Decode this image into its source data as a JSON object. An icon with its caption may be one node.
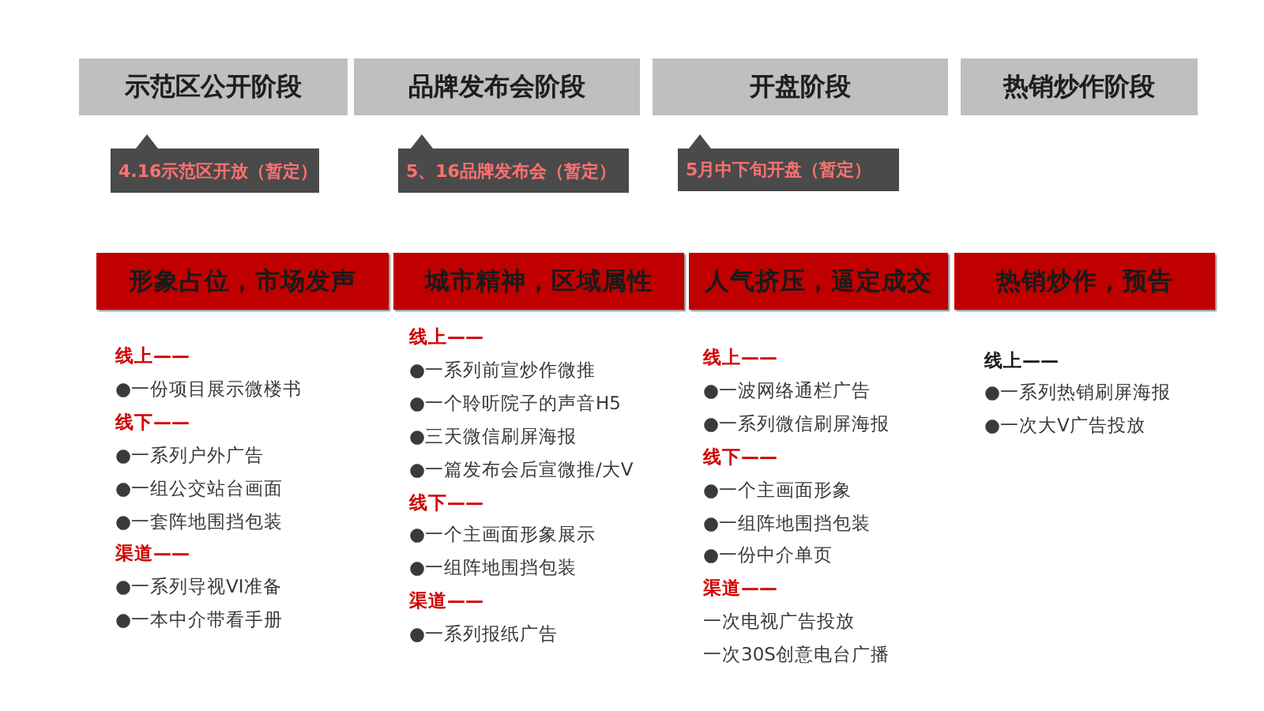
{
  "diagram": {
    "nodes": [
      {
        "text": [
          "示范区公开阶段"
        ]
      },
      {
        "text": [
          "品牌发布会阶段"
        ]
      },
      {
        "text": [
          "开盘阶段"
        ]
      },
      {
        "text": [
          "热销炒作阶段"
        ]
      },
      {
        "text": [
          "4.16示范区开放（暂定）"
        ]
      },
      {
        "text": [
          "5、16品牌发布会（暂定）"
        ]
      },
      {
        "text": [
          "5月中下旬开盘（暂定）"
        ]
      },
      {
        "text": [
          "形象占位，市场发声"
        ],
        "beside": [
          "线上——",
          "●一份项目展示微楼书",
          "线下——",
          "●一系列户外广告",
          "●一组公交站台画面",
          "●一套阵地围挡包装",
          "渠道——",
          "●一系列导视VI准备",
          "●一本中介带看手册"
        ]
      },
      {
        "text": [
          "城市精神，区域属性"
        ],
        "beside": [
          "线上——",
          "●一系列前宣炒作微推",
          "●一个聆听院子的声音H5",
          "●三天微信刷屏海报",
          "●一篇发布会后宣微推/大V",
          "线下——",
          "●一个主画面形象展示",
          "●一组阵地围挡包装",
          "渠道——",
          "●一系列报纸广告"
        ]
      },
      {
        "text": [
          "人气挤压，逼定成交"
        ],
        "beside": [
          "线上——",
          "●一波网络通栏广告",
          "●一系列微信刷屏海报",
          "线下——",
          "●一个主画面形象",
          "●一组阵地围挡包装",
          "●一份中介单页",
          "渠道——",
          "一次电视广告投放",
          "一次30S创意电台广播"
        ]
      },
      {
        "text": [
          "热销炒作，预告"
        ],
        "beside": [
          "线上——",
          "●一系列热销刷屏海报",
          "●一次大V广告投放"
        ]
      }
    ]
  }
}
